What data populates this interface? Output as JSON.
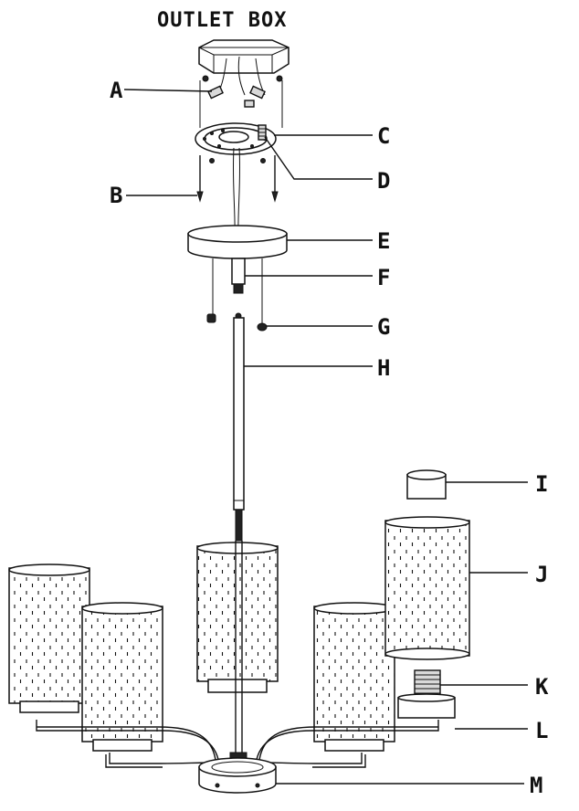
{
  "diagram": {
    "title": "OUTLET BOX",
    "labels": [
      {
        "id": "A",
        "text": "A"
      },
      {
        "id": "B",
        "text": "B"
      },
      {
        "id": "C",
        "text": "C"
      },
      {
        "id": "D",
        "text": "D"
      },
      {
        "id": "E",
        "text": "E"
      },
      {
        "id": "F",
        "text": "F"
      },
      {
        "id": "G",
        "text": "G"
      },
      {
        "id": "H",
        "text": "H"
      },
      {
        "id": "I",
        "text": "I"
      },
      {
        "id": "J",
        "text": "J"
      },
      {
        "id": "K",
        "text": "K"
      },
      {
        "id": "L",
        "text": "L"
      },
      {
        "id": "M",
        "text": "M"
      }
    ]
  }
}
